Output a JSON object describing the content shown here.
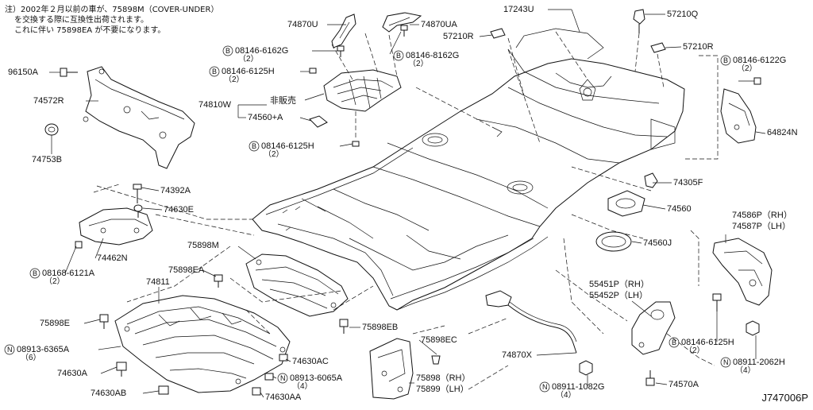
{
  "notes": {
    "line1": "注）2002年２月以前の車が、75898M（COVER-UNDER）",
    "line2": "を交換する際に互換性出荷されます。",
    "line3": "これに伴い 75898EA が不要になります。"
  },
  "diagram_code": "J747006P",
  "labels": {
    "p96150A": "96150A",
    "p74572R": "74572R",
    "p74753B": "74753B",
    "p74870U": "74870U",
    "p74870UA": "74870UA",
    "b08146_6162G": "08146-6162G",
    "b08146_6162G_qty": "（2）",
    "b08146_8162G": "08146-8162G",
    "b08146_8162G_qty": "（2）",
    "b08146_6125H_top": "08146-6125H",
    "b08146_6125H_top_qty": "（2）",
    "p74810W": "74810W",
    "nonsale": "非販売",
    "p74560A": "74560+A",
    "b08146_6125H_mid": "08146-6125H",
    "b08146_6125H_mid_qty": "（2）",
    "p17243U": "17243U",
    "p57210Q": "57210Q",
    "p57210R_a": "57210R",
    "p57210R_b": "57210R",
    "b08146_6122G": "08146-6122G",
    "b08146_6122G_qty": "（2）",
    "p64824N": "64824N",
    "p74392A": "74392A",
    "p74630E": "74630E",
    "p74462N": "74462N",
    "b08168_6121A": "08168-6121A",
    "b08168_6121A_qty": "（2）",
    "p74305F": "74305F",
    "p74560": "74560",
    "p74560J": "74560J",
    "p74586P": "74586P（RH）",
    "p74587P": "74587P（LH）",
    "p75898M": "75898M",
    "p75898EA": "75898EA",
    "p74811": "74811",
    "p75898E": "75898E",
    "n08913_6365A": "08913-6365A",
    "n08913_6365A_qty": "（6）",
    "p74630A": "74630A",
    "p74630AB": "74630AB",
    "p74630AC": "74630AC",
    "n08913_6065A": "08913-6065A",
    "n08913_6065A_qty": "（4）",
    "p74630AA": "74630AA",
    "p75898EB": "75898EB",
    "p75898EC": "75898EC",
    "p75898RH": "75898（RH）",
    "p75899LH": "75899（LH）",
    "p74870X": "74870X",
    "p55451P": "55451P（RH）",
    "p55452P": "55452P（LH）",
    "n08911_1082G": "08911-1082G",
    "n08911_1082G_qty": "（4）",
    "b08146_6125H_right": "08146-6125H",
    "b08146_6125H_right_qty": "（2）",
    "n08911_2062H": "08911-2062H",
    "n08911_2062H_qty": "（4）",
    "p74570A": "74570A",
    "prefix_b": "B",
    "prefix_n": "N"
  }
}
